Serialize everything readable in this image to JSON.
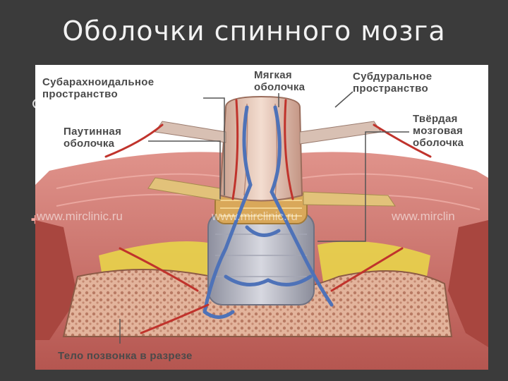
{
  "slide": {
    "title": "Оболочки спинного мозга"
  },
  "labels": {
    "subarachnoid": "Субарахноидальное\nпространство",
    "pia": "Мягкая\nоболочка",
    "subdural": "Субдуральное\nпространство",
    "arachnoid": "Паутинная\nоболочка",
    "dura": "Твёрдая\nмозговая\nоболочка",
    "vertebra": "Тело позвонка в разрезе"
  },
  "watermarks": [
    "www.mirclinic.ru",
    "www.mirclinic.ru",
    "www.mirclin"
  ],
  "icons": [
    "circle-bullet-icon",
    "plus-bullet-icon"
  ],
  "colors": {
    "background": "#3b3b3b",
    "title": "#f2f2f2",
    "label_text": "#4a4a4a",
    "muscle": "#c96a64",
    "bone": "#d9a48a",
    "fat": "#e8d44a",
    "vein": "#4e72b8",
    "artery": "#c0332c",
    "nerve": "#e2c27a"
  }
}
